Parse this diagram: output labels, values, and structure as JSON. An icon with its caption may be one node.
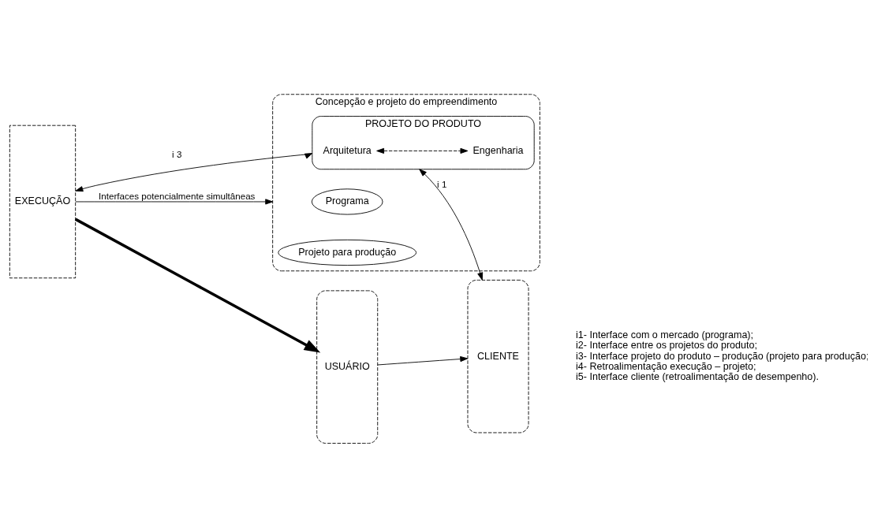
{
  "diagram": {
    "nodes": [
      {
        "text": [
          "CLIENTE"
        ]
      },
      {
        "text": [
          "Concepção e projeto do empreendimento"
        ]
      },
      {
        "text": [
          "Programa"
        ],
        "in": 1
      },
      {
        "text": [
          "PROJETO DO PRODUTO"
        ],
        "in": 1
      },
      {
        "text": [
          "Arquitetura"
        ],
        "in": 3
      },
      {
        "text": [
          "Engenharia"
        ],
        "in": 3
      },
      {
        "text": [
          "Projeto para produção"
        ],
        "in": 1
      },
      {
        "text": [
          "EXECUÇÃO"
        ]
      },
      {
        "text": [
          "USUÁRIO"
        ]
      }
    ],
    "edges": [
      {
        "from": 0,
        "to": 3,
        "arrow": "both",
        "label": "i 1"
      },
      {
        "from": 4,
        "to": 5,
        "arrow": "both",
        "style": "dashed"
      },
      {
        "from": 3,
        "to": 7,
        "arrow": "both",
        "label": "i 3"
      },
      {
        "from": 7,
        "to": 8,
        "arrow": "to",
        "style": "thick"
      },
      {
        "from": 7,
        "to": 1,
        "arrow": "to",
        "label": "Interfaces potencialmente simultâneas"
      },
      {
        "from": 8,
        "to": 0,
        "arrow": "to"
      }
    ],
    "labels": [
      "i1- Interface com o mercado (programa);",
      "i2- Interface entre os projetos do produto;",
      "i3- Interface projeto do produto – produção (projeto para produção;",
      "i4- Retroalimentação execução – projeto;",
      "i5- Interface cliente (retroalimentação de desempenho)."
    ]
  }
}
